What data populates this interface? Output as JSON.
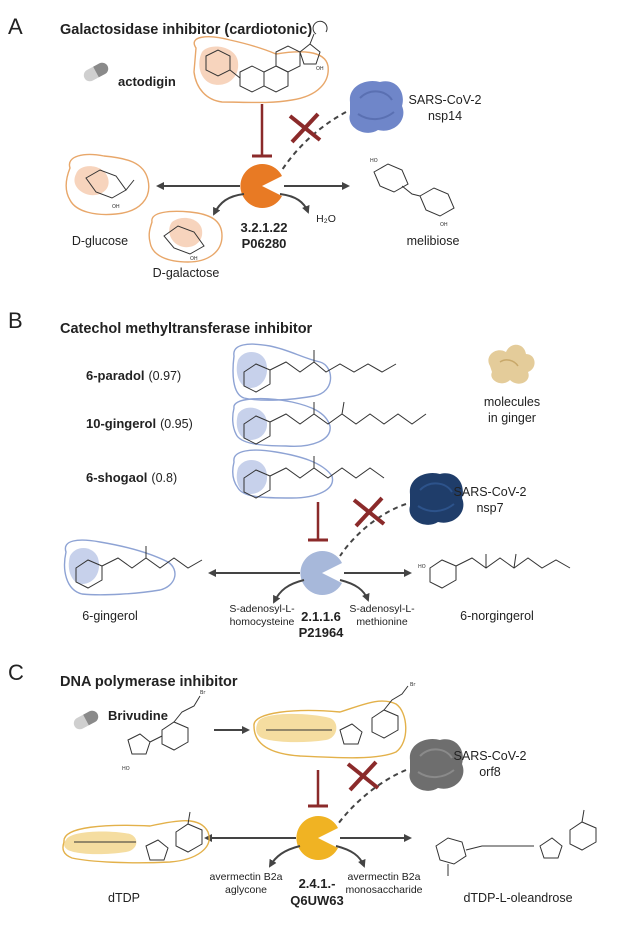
{
  "panels": [
    {
      "letter": "A",
      "title": "Galactosidase inhibitor (cardiotonic)",
      "drug": "actodigin",
      "virus": {
        "line1": "SARS-CoV-2",
        "line2": "nsp14",
        "color": "#6f86c9"
      },
      "enzyme": {
        "ec": "3.2.1.22",
        "uniprot": "P06280",
        "color": "#e87a24"
      },
      "byproduct": "H₂O",
      "left_product": "D-glucose",
      "lower_product": "D-galactose",
      "right_product": "melibiose",
      "highlight_color": "#f5c9ad"
    },
    {
      "letter": "B",
      "title": "Catechol methyltransferase inhibitor",
      "compounds": [
        {
          "name": "6-paradol",
          "score": "(0.97)"
        },
        {
          "name": "10-gingerol",
          "score": "(0.95)"
        },
        {
          "name": "6-shogaol",
          "score": "(0.8)"
        }
      ],
      "ginger_label": {
        "line1": "molecules",
        "line2": "in ginger"
      },
      "virus": {
        "line1": "SARS-CoV-2",
        "line2": "nsp7",
        "color": "#1f3d6a"
      },
      "enzyme": {
        "ec": "2.1.1.6",
        "uniprot": "P21964",
        "color": "#a7b8da"
      },
      "left_product": "6-gingerol",
      "right_product": "6-norgingerol",
      "cofactor_left": {
        "line1": "S-adenosyl-L-",
        "line2": "homocysteine"
      },
      "cofactor_right": {
        "line1": "S-adenosyl-L-",
        "line2": "methionine"
      },
      "highlight_color": "#b9c6e6"
    },
    {
      "letter": "C",
      "title": "DNA polymerase inhibitor",
      "drug": "Brivudine",
      "virus": {
        "line1": "SARS-CoV-2",
        "line2": "orf8",
        "color": "#6e6e6e"
      },
      "enzyme": {
        "ec": "2.4.1.-",
        "uniprot": "Q6UW63",
        "color": "#f0b323"
      },
      "left_product": "dTDP",
      "right_product": "dTDP-L-oleandrose",
      "cofactor_left": {
        "line1": "avermectin B2a",
        "line2": "aglycone"
      },
      "cofactor_right": {
        "line1": "avermectin B2a",
        "line2": "monosaccharide"
      },
      "highlight_color": "#f3d488"
    }
  ],
  "colors": {
    "inhibit": "#8b2a2a",
    "arrow": "#444444",
    "outline_orange": "#e8a76a",
    "outline_blue": "#8ea3d4",
    "outline_gold": "#e3b14a"
  }
}
